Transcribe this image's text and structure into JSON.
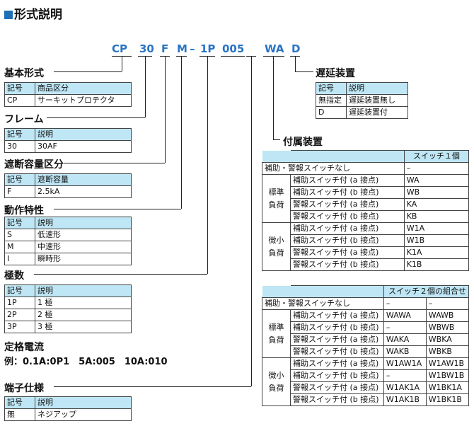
{
  "title": "形式説明",
  "code": [
    "CP",
    "30",
    "F",
    "M",
    "–",
    "1P",
    "005",
    "WA",
    "D"
  ],
  "kihon": {
    "label": "基本形式",
    "headers": [
      "記号",
      "商品区分"
    ],
    "rows": [
      [
        "CP",
        "サーキットプロテクタ"
      ]
    ]
  },
  "frame": {
    "label": "フレーム",
    "headers": [
      "記号",
      "説明"
    ],
    "rows": [
      [
        "30",
        "30AF"
      ]
    ]
  },
  "breaking": {
    "label": "遮断容量区分",
    "headers": [
      "記号",
      "遮断容量"
    ],
    "rows": [
      [
        "F",
        "2.5kA"
      ]
    ]
  },
  "operation": {
    "label": "動作特性",
    "headers": [
      "記号",
      "説明"
    ],
    "rows": [
      [
        "S",
        "低速形"
      ],
      [
        "M",
        "中速形"
      ],
      [
        "I",
        "瞬時形"
      ]
    ]
  },
  "poles": {
    "label": "極数",
    "headers": [
      "記号",
      "説明"
    ],
    "rows": [
      [
        "1P",
        "1 極"
      ],
      [
        "2P",
        "2 極"
      ],
      [
        "3P",
        "3 極"
      ]
    ]
  },
  "rated": {
    "label": "定格電流",
    "example": "例：0.1A:0P1　5A:005　10A:010"
  },
  "terminal": {
    "label": "端子仕様",
    "headers": [
      "記号",
      "説明"
    ],
    "rows": [
      [
        "無",
        "ネジアップ"
      ]
    ]
  },
  "delay": {
    "label": "遅延装置",
    "headers": [
      "記号",
      "説明"
    ],
    "rows": [
      [
        "無指定",
        "遅延装置無し"
      ],
      [
        "D",
        "遅延装置付"
      ]
    ]
  },
  "accessory": {
    "label": "付属装置",
    "single_header": "スイッチ１個",
    "none_label": "補助・警報スイッチなし",
    "none_value": "–",
    "group_standard": [
      "標準",
      "負荷"
    ],
    "group_micro": [
      "微小",
      "負荷"
    ],
    "rows_labels": [
      "補助スイッチ付 (a 接点)",
      "補助スイッチ付 (b 接点)",
      "警報スイッチ付 (a 接点)",
      "警報スイッチ付 (b 接点)"
    ],
    "single_standard": [
      "WA",
      "WB",
      "KA",
      "KB"
    ],
    "single_micro": [
      "W1A",
      "W1B",
      "K1A",
      "K1B"
    ],
    "double_header": "スイッチ２個の組合せ",
    "double_none": [
      "–",
      "–"
    ],
    "double_standard": [
      [
        "WAWA",
        "WAWB"
      ],
      [
        "–",
        "WBWB"
      ],
      [
        "WAKA",
        "WBKA"
      ],
      [
        "WAKB",
        "WBKB"
      ]
    ],
    "double_micro": [
      [
        "W1AW1A",
        "W1AW1B"
      ],
      [
        "–",
        "W1BW1B"
      ],
      [
        "W1AK1A",
        "W1BK1A"
      ],
      [
        "W1AK1B",
        "W1BK1B"
      ]
    ]
  }
}
